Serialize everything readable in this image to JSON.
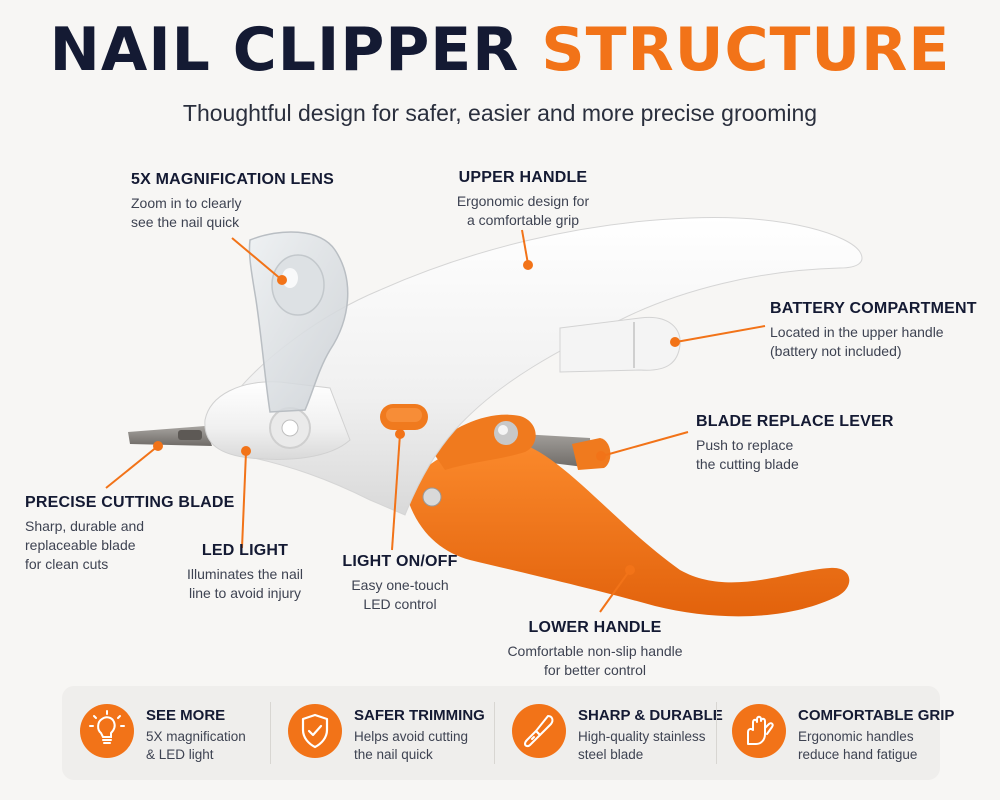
{
  "header": {
    "title_main": "NAIL CLIPPER",
    "title_accent": "STRUCTURE",
    "subtitle": "Thoughtful design for safer, easier and more precise grooming"
  },
  "callouts": {
    "lens": {
      "title": "5X MAGNIFICATION LENS",
      "lines": [
        "Zoom in to clearly",
        "see the nail quick"
      ]
    },
    "upper_handle": {
      "title": "UPPER HANDLE",
      "lines": [
        "Ergonomic design for",
        "a comfortable grip"
      ]
    },
    "battery": {
      "title": "BATTERY COMPARTMENT",
      "lines": [
        "Located in the upper handle",
        "(battery not included)"
      ]
    },
    "blade_lever": {
      "title": "BLADE REPLACE LEVER",
      "lines": [
        "Push to replace",
        "the cutting blade"
      ]
    },
    "cutting_blade": {
      "title": "PRECISE CUTTING BLADE",
      "lines": [
        "Sharp, durable and",
        "replaceable blade",
        "for clean cuts"
      ]
    },
    "led_light": {
      "title": "LED LIGHT",
      "lines": [
        "Illuminates the nail",
        "line to avoid injury"
      ]
    },
    "light_switch": {
      "title": "LIGHT ON/OFF",
      "lines": [
        "Easy one-touch",
        "LED control"
      ]
    },
    "lower_handle": {
      "title": "LOWER HANDLE",
      "lines": [
        "Comfortable non-slip handle",
        "for better control"
      ]
    }
  },
  "features": [
    {
      "icon": "lightbulb-icon",
      "title": "SEE MORE",
      "lines": [
        "5X magnification",
        "& LED light"
      ]
    },
    {
      "icon": "shield-check-icon",
      "title": "SAFER TRIMMING",
      "lines": [
        "Helps avoid cutting",
        "the nail quick"
      ]
    },
    {
      "icon": "scalpel-icon",
      "title": "SHARP & DURABLE",
      "lines": [
        "High-quality stainless",
        "steel blade"
      ]
    },
    {
      "icon": "hand-grip-icon",
      "title": "COMFORTABLE GRIP",
      "lines": [
        "Ergonomic handles",
        "reduce hand fatigue"
      ]
    }
  ],
  "colors": {
    "accent": "#f27318",
    "title": "#141a33",
    "background": "#f7f6f4",
    "feature_bar": "#efeeec"
  }
}
